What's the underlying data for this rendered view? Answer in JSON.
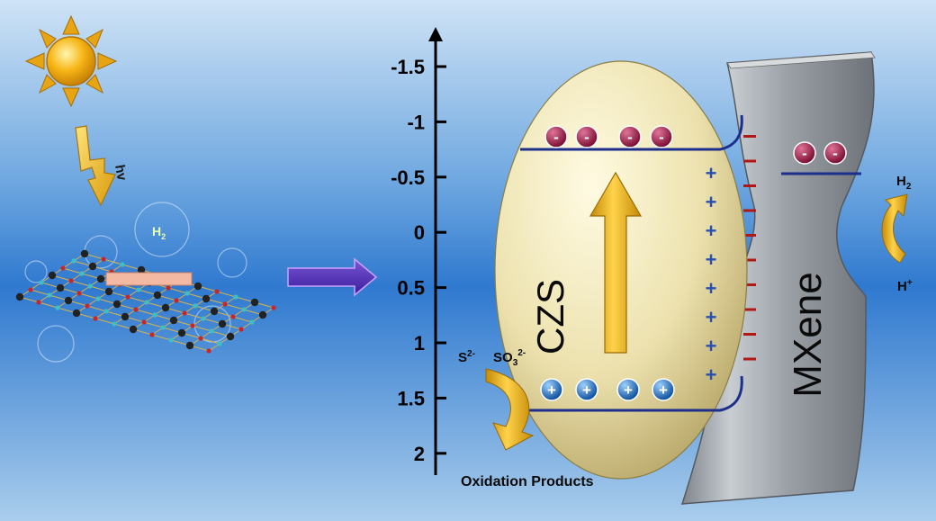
{
  "axis": {
    "ticks": [
      "-1.5",
      "-1",
      "-0.5",
      "0",
      "0.5",
      "1",
      "1.5",
      "2"
    ]
  },
  "labels": {
    "hv": "hv",
    "h2_bubble": "H",
    "h2_bubble_sub": "2",
    "czs": "CZS",
    "mxene": "MXene",
    "h2_out": "H",
    "h2_out_sub": "2",
    "h_plus": "H",
    "h_plus_sup": "+",
    "s2": "S",
    "s2_sup": "2-",
    "so3": "SO",
    "so3_sub": "3",
    "so3_sup": "2-",
    "oxidation_products": "Oxidation Products"
  },
  "charges": {
    "minus": "-",
    "plus": "+"
  },
  "colors": {
    "electron": "#8a1538",
    "hole": "#1e73c8",
    "arrow_gold": "#f2b21b",
    "mxene_minus": "#b01818",
    "czs_plus": "#2a4fb0"
  }
}
